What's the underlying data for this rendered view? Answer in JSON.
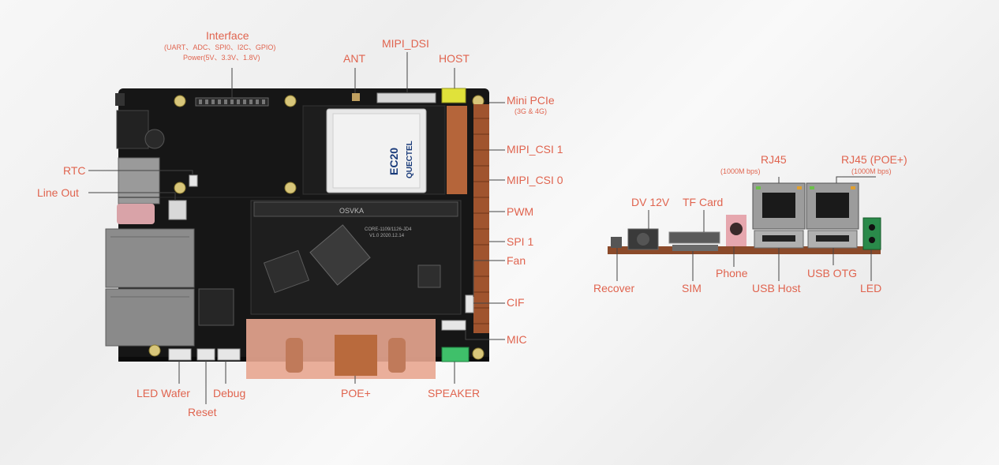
{
  "colors": {
    "label": "#e0644f",
    "board": "#141414",
    "copper": "#b5653a"
  },
  "labels": {
    "interface": "Interface",
    "interface_sub1": "(UART、ADC、SPI0、I2C、GPIO)",
    "interface_sub2": "Power(5V、3.3V、1.8V)",
    "mipi_dsi": "MIPI_DSI",
    "ant": "ANT",
    "host": "HOST",
    "mini_pcie": "Mini PCIe",
    "mini_pcie_sub": "(3G & 4G)",
    "mipi_csi1": "MIPI_CSI 1",
    "mipi_csi0": "MIPI_CSI 0",
    "pwm": "PWM",
    "spi1": "SPI 1",
    "fan": "Fan",
    "cif": "CIF",
    "mic": "MIC",
    "speaker": "SPEAKER",
    "poe": "POE+",
    "debug": "Debug",
    "reset": "Reset",
    "led_wafer": "LED Wafer",
    "rtc": "RTC",
    "line_out": "Line Out",
    "rj45": "RJ45",
    "rj45_sub": "(1000M bps)",
    "rj45_poe": "RJ45 (POE+)",
    "rj45_poe_sub": "(1000M bps)",
    "dv12v": "DV 12V",
    "tf_card": "TF Card",
    "recover": "Recover",
    "sim": "SIM",
    "phone": "Phone",
    "usb_host": "USB Host",
    "usb_otg": "USB OTG",
    "led": "LED"
  },
  "board_print": {
    "module_brand": "QUECTEL",
    "module_model": "EC20",
    "core_label": "CORE-1109/1126-JD4",
    "core_rev": "V1.0 2020.12.14",
    "so_dimm": "OSVKA"
  }
}
